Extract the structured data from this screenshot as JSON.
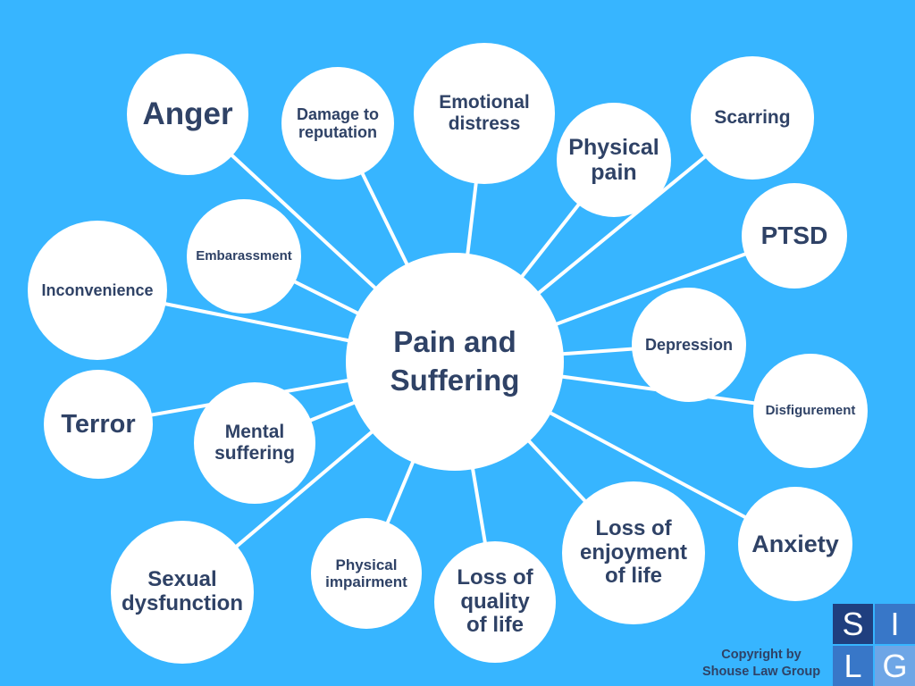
{
  "diagram": {
    "center_label": "Pain and\nSuffering",
    "nodes": [
      {
        "id": "anger",
        "label": "Anger"
      },
      {
        "id": "damage-to-reputation",
        "label": "Damage to\nreputation"
      },
      {
        "id": "emotional-distress",
        "label": "Emotional\ndistress"
      },
      {
        "id": "physical-pain",
        "label": "Physical\npain"
      },
      {
        "id": "scarring",
        "label": "Scarring"
      },
      {
        "id": "ptsd",
        "label": "PTSD"
      },
      {
        "id": "embarassment",
        "label": "Embarassment"
      },
      {
        "id": "inconvenience",
        "label": "Inconvenience"
      },
      {
        "id": "depression",
        "label": "Depression"
      },
      {
        "id": "disfigurement",
        "label": "Disfigurement"
      },
      {
        "id": "terror",
        "label": "Terror"
      },
      {
        "id": "mental-suffering",
        "label": "Mental\nsuffering"
      },
      {
        "id": "anxiety",
        "label": "Anxiety"
      },
      {
        "id": "loss-of-enjoyment-of-life",
        "label": "Loss of\nenjoyment\nof life"
      },
      {
        "id": "sexual-dysfunction",
        "label": "Sexual\ndysfunction"
      },
      {
        "id": "physical-impairment",
        "label": "Physical\nimpairment"
      },
      {
        "id": "loss-of-quality-of-life",
        "label": "Loss of\nquality\nof life"
      }
    ]
  },
  "footer": {
    "copyright": "Copyright by\nShouse Law Group"
  },
  "logo": {
    "letters": [
      "S",
      "I",
      "L",
      "G"
    ]
  }
}
